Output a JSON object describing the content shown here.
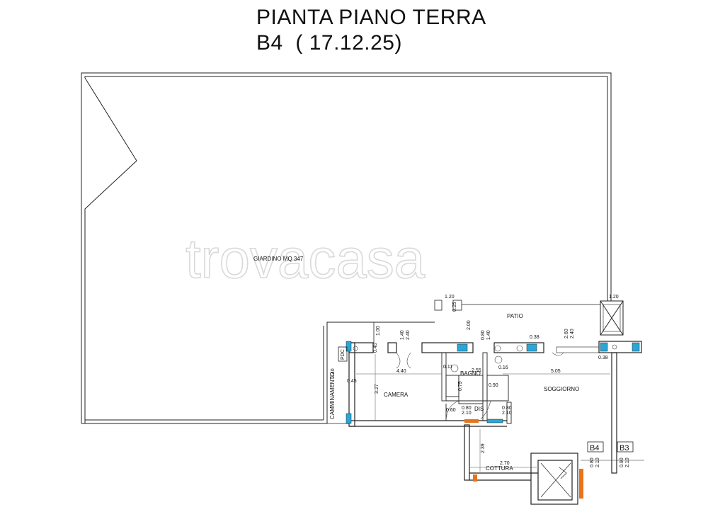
{
  "header": {
    "title": "PIANTA PIANO TERRA",
    "code": "B4",
    "date": "( 17.12.25)"
  },
  "watermark": "trovacasa",
  "rooms": {
    "giardino": "GIARDINO  MQ  347",
    "patio": "PATIO",
    "camera": "CAMERA",
    "bagno": "BAGNO",
    "soggiorno": "SOGGIORNO",
    "dis": "DIS",
    "cottura": "COTTURA",
    "camminamento": "CAMMINAMENTO",
    "pdc": "PDC"
  },
  "unit_tags": [
    "B4",
    "B3"
  ],
  "dimensions": {
    "d_120_left": "1.20",
    "d_025": "0.25",
    "d_120_right": "1.20",
    "d_200": "2.00",
    "d_100": "1.00",
    "d_140_a": "1.40",
    "d_240_a": "2.40",
    "d_080_a": "0.80",
    "d_140_b": "1.40",
    "d_038_a": "0.38",
    "d_260": "2.60",
    "d_240_b": "2.40",
    "d_038_b": "0.38",
    "d_045_a": "0.45",
    "d_045_b": "0.45",
    "d_240_c": "2.40",
    "d_440": "4.40",
    "d_011_a": "0.11",
    "d_255": "2.55",
    "d_016": "0.16",
    "d_505": "5.05",
    "d_327": "3.27",
    "d_075": "0.75",
    "d_090": "0.90",
    "d_060": "0.60",
    "d_080_b": "0.80",
    "d_210_a": "2.10",
    "d_080_c": "0.80",
    "d_210_b": "2.10",
    "d_239": "2.39",
    "d_270": "2.70",
    "d_080_d": "0.80",
    "d_210_c": "2.10",
    "d_090_b": "0.90",
    "d_210_d": "2.10"
  },
  "colors": {
    "wall": "#222222",
    "window": "#2aa7d6",
    "door_orange": "#e8731a",
    "watermark": "#d9d9d9"
  }
}
